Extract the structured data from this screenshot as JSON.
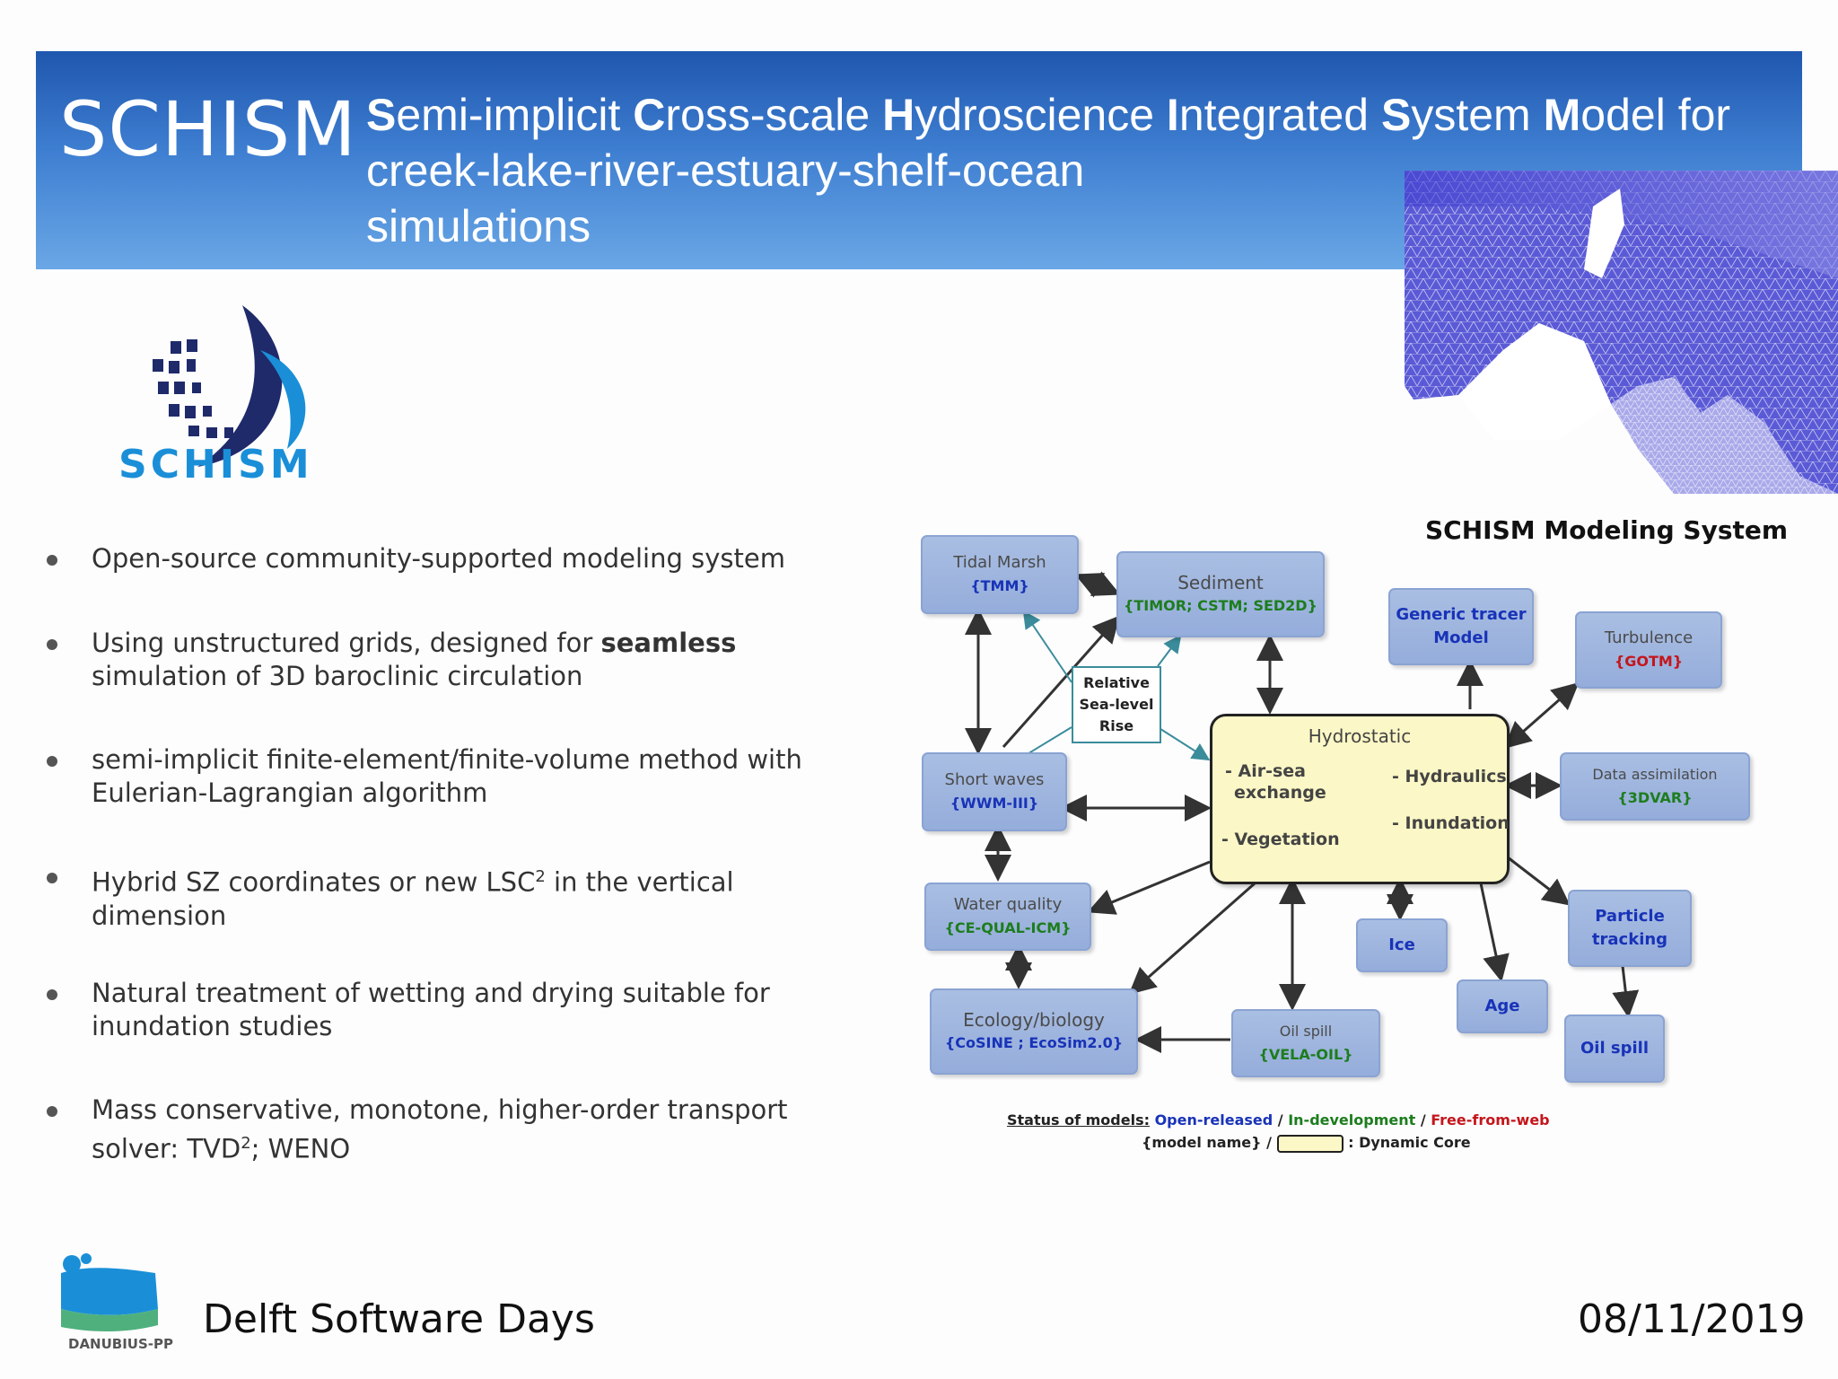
{
  "header": {
    "title": "SCHISM",
    "subtitle_line1_parts": [
      "S",
      "emi-implicit ",
      "C",
      "ross-scale ",
      "H",
      "ydroscience ",
      "I",
      "ntegrated ",
      "S",
      "ystem ",
      "M",
      "odel for"
    ],
    "subtitle_line2": "creek-lake-river-estuary-shelf-ocean",
    "subtitle_line3": "simulations"
  },
  "logo": {
    "wordmark": "SCHISM"
  },
  "bullets": [
    {
      "text": "Open-source community-supported modeling system"
    },
    {
      "pre": "Using unstructured grids, designed for ",
      "bold": "seamless",
      "post": "simulation of 3D baroclinic circulation"
    },
    {
      "text": "semi-implicit finite-element/finite-volume method with",
      "text2": "Eulerian-Lagrangian algorithm"
    },
    {
      "pre": "Hybrid SZ coordinates or new LSC",
      "sup": "2",
      "post": " in the vertical",
      "text2": "dimension"
    },
    {
      "text": "Natural treatment of wetting and drying suitable for",
      "text2": "inundation studies"
    },
    {
      "text": "Mass conservative, monotone, higher-order transport",
      "pre2": "solver: TVD",
      "sup2": "2",
      "post2": "; WENO"
    }
  ],
  "diagram": {
    "title": "SCHISM Modeling System",
    "boxes": {
      "tidal": {
        "label": "Tidal Marsh",
        "model": "{TMM}"
      },
      "sediment": {
        "label": "Sediment",
        "model": "{TIMOR; CSTM; SED2D}"
      },
      "tracer": {
        "label1": "Generic tracer",
        "label2": "Model"
      },
      "turbulence": {
        "label": "Turbulence",
        "model": "{GOTM}"
      },
      "short": {
        "label": "Short waves",
        "model": "{WWM-III}"
      },
      "data": {
        "label": "Data assimilation",
        "model": "{3DVAR}"
      },
      "water": {
        "label": "Water quality",
        "model": "{CE-QUAL-ICM}"
      },
      "ice": {
        "label": "Ice"
      },
      "particle": {
        "label1": "Particle",
        "label2": "tracking"
      },
      "age": {
        "label": "Age"
      },
      "ecology": {
        "label": "Ecology/biology",
        "model": "{CoSINE ; EcoSim2.0}"
      },
      "oilspill_mid": {
        "label": "Oil spill",
        "model": "{VELA-OIL}"
      },
      "oilspill_right": {
        "label": "Oil spill"
      }
    },
    "relative": {
      "l1": "Relative",
      "l2": "Sea-level",
      "l3": "Rise"
    },
    "hydro": {
      "title": "Hydrostatic",
      "airsea1": "- Air-sea",
      "airsea2": "exchange",
      "hydraulics": "- Hydraulics",
      "inundation": "- Inundation",
      "vegetation": "- Vegetation"
    },
    "legend": {
      "label": "Status of models:",
      "open": "Open-released",
      "sep1": " / ",
      "dev": "In-development",
      "sep2": " / ",
      "free": "Free-from-web",
      "row2a": "{model name} /",
      "row2b": ": Dynamic Core"
    },
    "colors": {
      "open": "#1833b8",
      "dev": "#1d7d1d",
      "free": "#c4161c",
      "core": "#fbf7c6"
    }
  },
  "footer": {
    "logo_text": "DANUBIUS-PP",
    "left": "Delft Software Days",
    "right": "08/11/2019"
  }
}
